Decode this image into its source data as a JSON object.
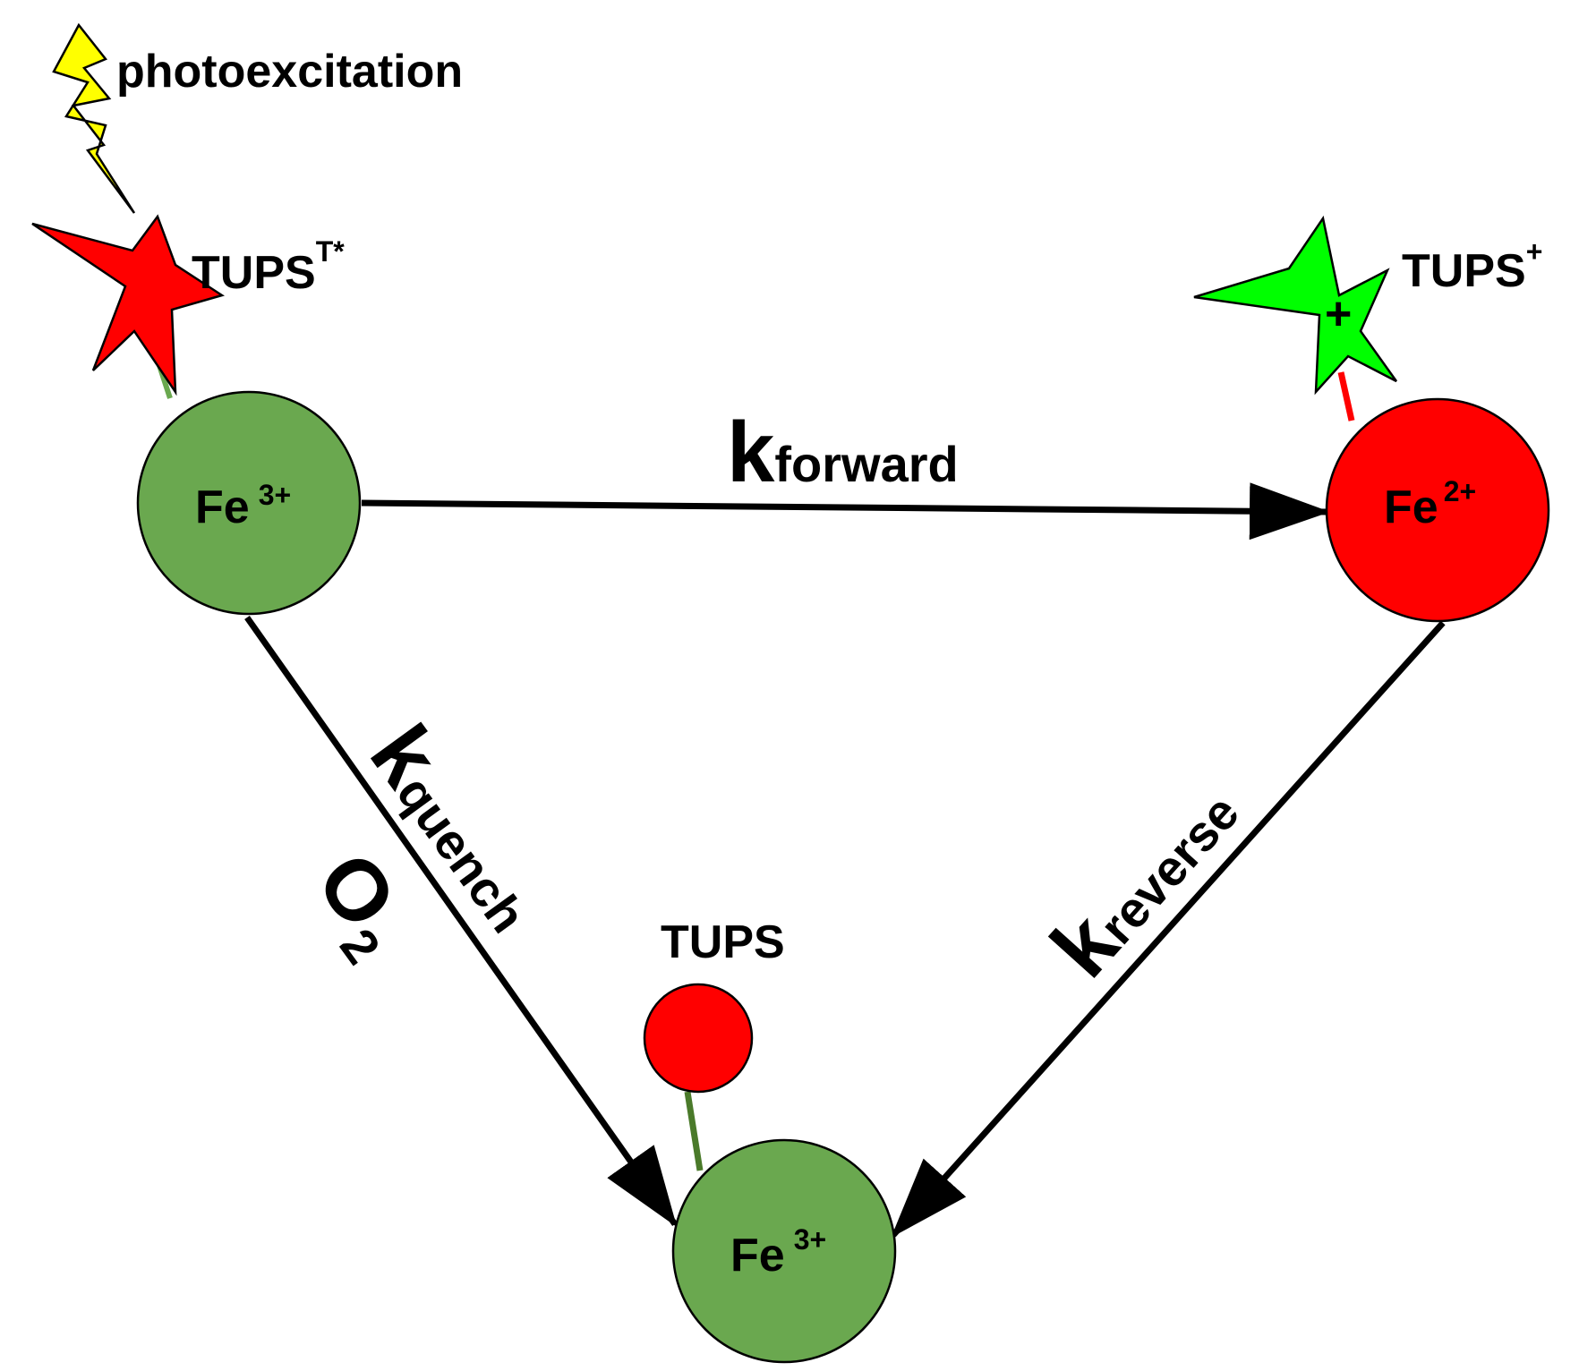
{
  "colors": {
    "fe3_fill": "#6aa84f",
    "fe2_fill": "#ff0000",
    "excited_star": "#ff0000",
    "cation_star": "#00ff00",
    "bolt": "#ffff00",
    "green_linker": "#6aa84f",
    "red_linker": "#ff0000",
    "arrow": "#000000"
  },
  "labels": {
    "photoexcitation": "photoexcitation",
    "tups_excited": "TUPS",
    "tups_excited_sup": "T*",
    "tups_cation": "TUPS",
    "tups_cation_sup": "+",
    "cation_charge": "+",
    "tups_ground": "TUPS"
  },
  "nodes": {
    "fe_top_left": {
      "symbol": "Fe",
      "charge": "3+"
    },
    "fe_top_right": {
      "symbol": "Fe",
      "charge": "2+"
    },
    "fe_bottom": {
      "symbol": "Fe",
      "charge": "3+"
    }
  },
  "rates": {
    "forward": {
      "k": "k",
      "sub": "forward"
    },
    "quench": {
      "k": "k",
      "sub": "quench"
    },
    "reverse": {
      "k": "k",
      "sub": "reverse"
    },
    "oxygen": {
      "base": "O",
      "sub": "2"
    }
  },
  "icons": {
    "bolt": "lightning-bolt-icon",
    "excited_star": "star-icon",
    "cation_star": "star-icon"
  }
}
